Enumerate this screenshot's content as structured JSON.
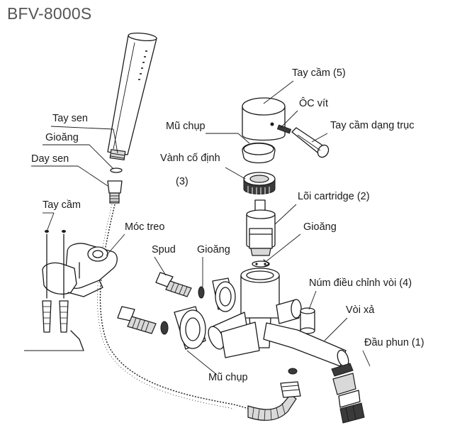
{
  "title": "BFV-8000S",
  "labels": {
    "tay_sen": "Tay sen",
    "gioang_top": "Gioăng",
    "day_sen": "Day sen",
    "tay_cam_left": "Tay cầm",
    "moc_treo": "Móc treo",
    "spud": "Spud",
    "gioang_mid": "Gioăng",
    "tay_cam_5": "Tay cầm (5)",
    "oc_vit": "ÔC vít",
    "tay_cam_dang_truc": "Tay cầm dạng trục",
    "mu_chup_top": "Mũ chụp",
    "vanh_co_dinh": "Vành cố định",
    "vanh_num": "(3)",
    "loi_cartridge": "Lõi cartridge (2)",
    "gioang_right": "Gioăng",
    "num_dieu_chinh": "Núm điều chỉnh vòi (4)",
    "voi_xa": "Vòi xả",
    "dau_phun": "Đầu phun (1)",
    "mu_chup_bottom": "Mũ chụp"
  }
}
